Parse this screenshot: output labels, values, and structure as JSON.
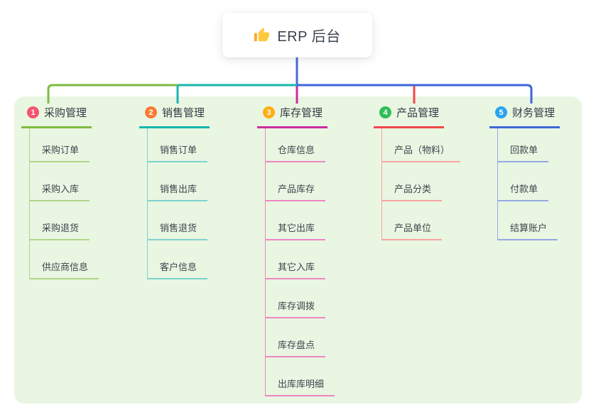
{
  "title": {
    "icon": "thumbs-up",
    "text": "ERP 后台"
  },
  "colors": {
    "page_bg": "#ffffff",
    "panel_bg": "#E9F6E2",
    "root_line": "#4A68DE",
    "title_text": "#3A4350",
    "thumb_yellow": "#FFC83D",
    "thumb_cuff": "#F9A825"
  },
  "branches": [
    {
      "num": "1",
      "label": "采购管理",
      "badge_color": "#F4536E",
      "line_color": "#7FBB40",
      "child_line_color": "#AFD687",
      "children": [
        "采购订单",
        "采购入库",
        "采购退货",
        "供应商信息"
      ]
    },
    {
      "num": "2",
      "label": "销售管理",
      "badge_color": "#F97B33",
      "line_color": "#17B6B0",
      "child_line_color": "#7DD2CD",
      "children": [
        "销售订单",
        "销售出库",
        "销售退货",
        "客户信息"
      ]
    },
    {
      "num": "3",
      "label": "库存管理",
      "badge_color": "#FFAD12",
      "line_color": "#CE2B9E",
      "child_line_color": "#EE86C4",
      "children": [
        "仓库信息",
        "产品库存",
        "其它出库",
        "其它入库",
        "库存调拨",
        "库存盘点",
        "出库库明细"
      ]
    },
    {
      "num": "4",
      "label": "产品管理",
      "badge_color": "#30BE58",
      "line_color": "#F4484B",
      "child_line_color": "#F8A5A3",
      "children": [
        "产品（物料）",
        "产品分类",
        "产品单位"
      ]
    },
    {
      "num": "5",
      "label": "财务管理",
      "badge_color": "#2AA4EC",
      "line_color": "#3E66D8",
      "child_line_color": "#93A8E4",
      "children": [
        "回款单",
        "付款单",
        "结算账户"
      ]
    }
  ]
}
